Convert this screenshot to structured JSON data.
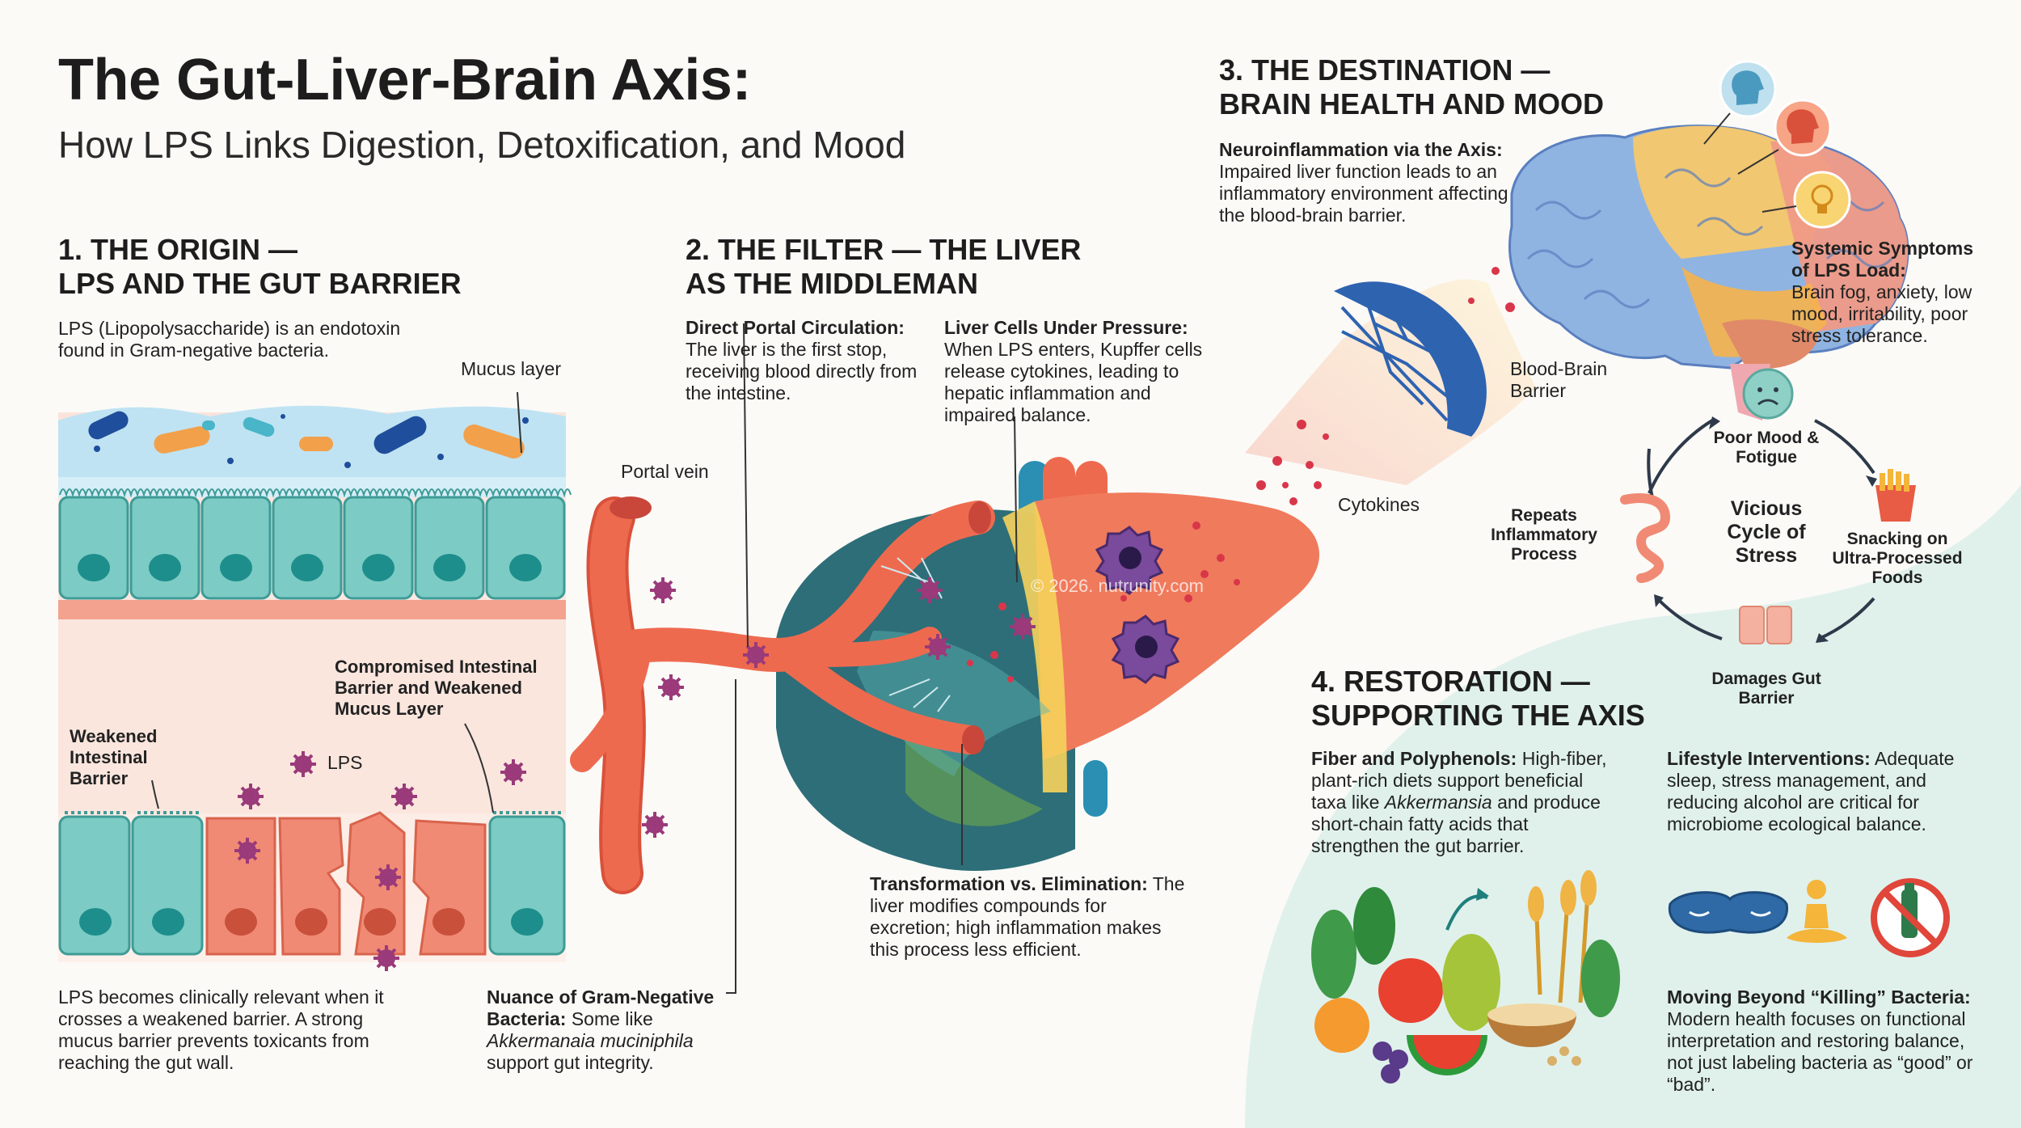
{
  "header": {
    "title": "The Gut-Liver-Brain Axis:",
    "subtitle": "How LPS Links Digestion, Detoxification, and Mood"
  },
  "section1": {
    "heading_line1": "1. THE ORIGIN —",
    "heading_line2": "LPS AND THE GUT BARRIER",
    "intro": "LPS (Lipopolysaccharide) is an endotoxin found in Gram-negative bacteria.",
    "mucus_label": "Mucus layer",
    "weakened_label": "Weakened Intestinal Barrier",
    "compromised_label": "Compromised Intestinal Barrier and Weakened Mucus Layer",
    "lps_label": "LPS",
    "footer": "LPS becomes clinically relevant when it crosses a weakened barrier. A strong mucus barrier prevents toxicants from reaching the gut wall.",
    "nuance_bold": "Nuance of Gram-Negative Bacteria:",
    "nuance_text": " Some like ",
    "nuance_italic": "Akkermanaia muciniphila",
    "nuance_end": " support gut integrity."
  },
  "section2": {
    "heading_line1": "2. THE FILTER — THE LIVER",
    "heading_line2": "AS THE MIDDLEMAN",
    "portal_bold": "Direct Portal Circulation:",
    "portal_text": "The liver is the first stop, receiving blood directly from the intestine.",
    "cells_bold": "Liver Cells Under Pressure:",
    "cells_text": "When LPS enters, Kupffer cells release cytokines, leading to hepatic inflammation and impaired balance.",
    "portal_vein_label": "Portal vein",
    "transform_bold": "Transformation vs. Elimination:",
    "transform_text": " The liver modifies compounds for excretion; high inflammation makes this process less efficient.",
    "watermark": "© 2026. nutrunity.com"
  },
  "section3": {
    "heading_line1": "3. THE DESTINATION —",
    "heading_line2": "BRAIN HEALTH AND MOOD",
    "neuro_bold": "Neuroinflammation via the Axis:",
    "neuro_text": "Impaired liver function leads to an inflammatory environment affecting the blood-brain barrier.",
    "symptoms_bold": "Systemic Symptoms of LPS Load:",
    "symptoms_text": "Brain fog, anxiety, low mood, irritability, poor stress tolerance.",
    "bbb_label": "Blood-Brain Barrier",
    "cytokines_label": "Cytokines",
    "cycle_center": "Vicious Cycle of Stress",
    "cycle_items": [
      "Poor Mood & Fotigue",
      "Snacking on Ultra-Processed Foods",
      "Damages Gut Barrier",
      "Repeats Inflammatory Process"
    ]
  },
  "section4": {
    "heading_line1": "4. RESTORATION —",
    "heading_line2": "SUPPORTING THE AXIS",
    "fiber_bold": "Fiber and Polyphenols:",
    "fiber_text1": " High-fiber, plant-rich diets support beneficial taxa like ",
    "fiber_italic": "Akkermansia",
    "fiber_text2": " and produce short-chain fatty acids that strengthen the gut barrier.",
    "lifestyle_bold": "Lifestyle Interventions:",
    "lifestyle_text": " Adequate sleep, stress management, and reducing alcohol are critical for microbiome ecological balance.",
    "beyond_bold": "Moving Beyond “Killing” Bacteria:",
    "beyond_text": "Modern health focuses on functional interpretation and restoring balance, not just labeling bacteria as “good” or “bad”."
  },
  "colors": {
    "healthy_cell": "#7ccbc4",
    "damaged_cell": "#f08a74",
    "vein": "#ee6a4f",
    "liver_teal": "#2d6e78",
    "liver_orange": "#f07a5c",
    "lps": "#9a3a7a",
    "mint_bg": "#e0f1ec"
  },
  "icons": [
    "bacteria-icon",
    "lps-molecule-icon",
    "head-profile-icon",
    "lightbulb-icon",
    "sad-face-icon",
    "fries-icon",
    "intestine-icon",
    "gut-cells-icon",
    "sleep-mask-icon",
    "meditation-icon",
    "no-alcohol-icon",
    "arrow-icon"
  ]
}
